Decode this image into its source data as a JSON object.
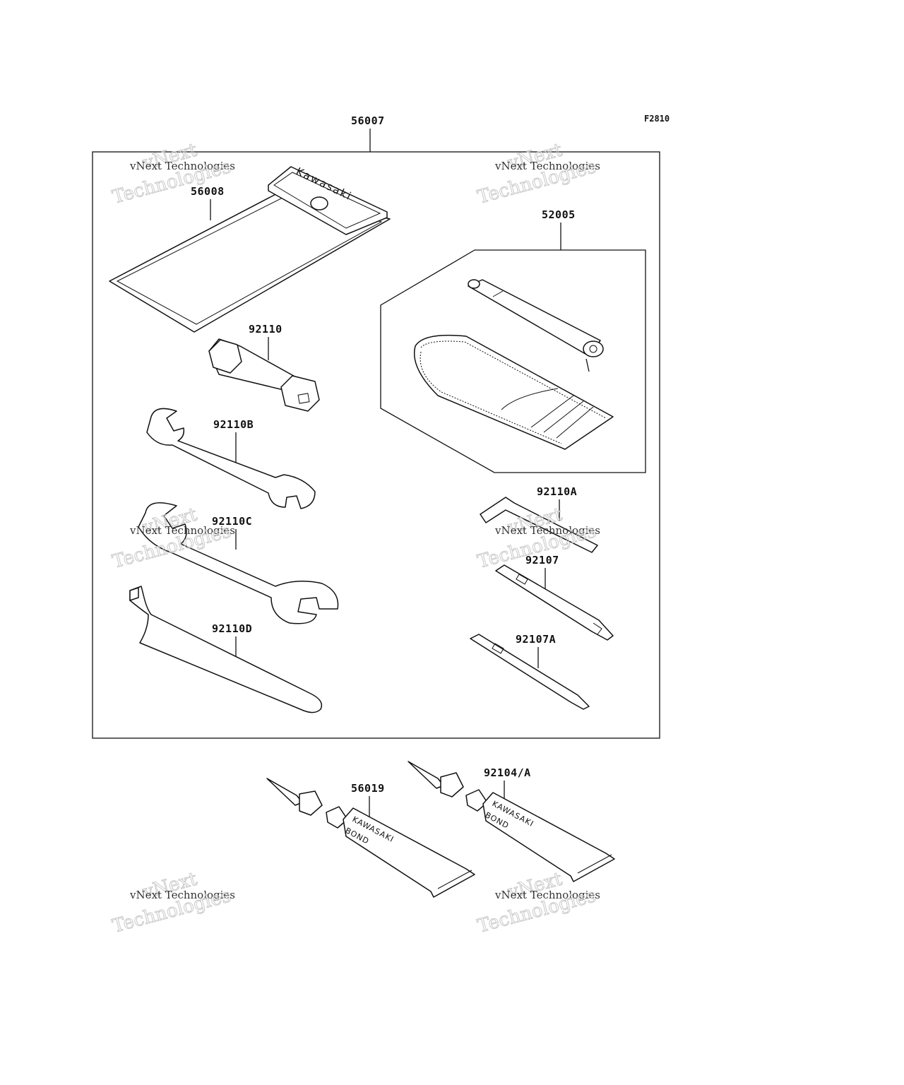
{
  "figure_code": "F2810",
  "kit": {
    "part_number": "56007",
    "items": [
      {
        "id": "pouch",
        "part_number": "56008",
        "brand_text": "Kawasaki"
      },
      {
        "id": "pump",
        "part_number": "52005"
      },
      {
        "id": "plug-wrench",
        "part_number": "92110"
      },
      {
        "id": "wrench-b",
        "part_number": "92110B"
      },
      {
        "id": "wrench-c",
        "part_number": "92110C"
      },
      {
        "id": "wrench-d",
        "part_number": "92110D"
      },
      {
        "id": "hex-key",
        "part_number": "92110A"
      },
      {
        "id": "screwdriver",
        "part_number": "92107"
      },
      {
        "id": "screwdriver-a",
        "part_number": "92107A"
      }
    ]
  },
  "extras": [
    {
      "id": "bond-1",
      "part_number": "56019",
      "brand_line1": "KAWASAKI",
      "brand_line2": "BOND"
    },
    {
      "id": "bond-2",
      "part_number": "92104/A",
      "brand_line1": "KAWASAKI",
      "brand_line2": "BOND"
    }
  ],
  "watermark": {
    "line1": "vNext Technologies",
    "line2": "vNext",
    "line3": "Technologies"
  }
}
